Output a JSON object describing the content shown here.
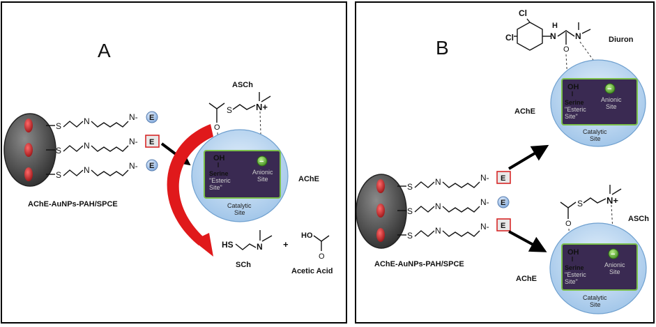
{
  "panel_a": {
    "letter": "A",
    "electrode_label": "AChE-AuNPs-PAH/SPCE",
    "chain_s": "S",
    "chain_n": "N",
    "chain_n_dash": "N-",
    "enzyme_e": "E",
    "substrate": "ASCh",
    "n_plus": "N+",
    "enzyme": {
      "name": "AChE",
      "oh": "OH",
      "serine": "Serine",
      "esteric_1": "\"Esteric",
      "esteric_2": "Site\"",
      "anionic_1": "Anionic",
      "anionic_2": "Site",
      "catalytic_1": "Catalytic",
      "catalytic_2": "Site",
      "minus": "−"
    },
    "product_hs": "HS",
    "product_n": "N",
    "plus": "+",
    "product_ho": "HO",
    "product_o": "O",
    "product_sch": "SCh",
    "product_acid": "Acetic Acid"
  },
  "panel_b": {
    "letter": "B",
    "electrode_label": "AChE-AuNPs-PAH/SPCE",
    "cl": "Cl",
    "h": "H",
    "n": "N",
    "o": "O",
    "inhibitor": "Diuron",
    "substrate": "ASCh",
    "enzyme_top_label": "AChE",
    "enzyme_bottom_label": "AChE"
  },
  "colors": {
    "enzyme_circle": "#bcd8f0",
    "active_site": "#3a2a52",
    "site_border": "#7bbf4a",
    "arrow_red": "#e0191b",
    "gold_np": "#c0282a",
    "electrode": "#4a4a4a",
    "e_circle": "#a9c9ef"
  }
}
